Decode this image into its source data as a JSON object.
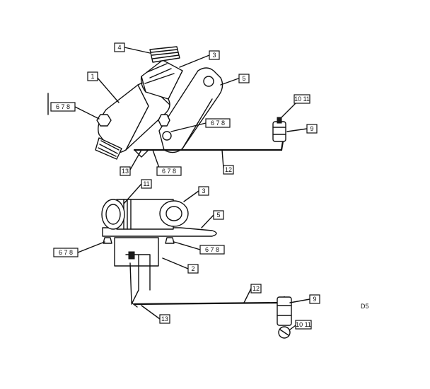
{
  "callouts": {
    "top_1": "1",
    "top_3": "3",
    "top_4": "4",
    "top_5": "5",
    "top_678_left": "6 7 8",
    "top_678_right": "6 7 8",
    "top_678_bottom": "6 7 8",
    "top_1011": "10 11",
    "top_9": "9",
    "top_12": "12",
    "top_13": "13",
    "bot_11": "11",
    "bot_3": "3",
    "bot_5": "5",
    "bot_678_left": "6 7 8",
    "bot_678_right": "6 7 8",
    "bot_2": "2",
    "bot_12": "12",
    "bot_9": "9",
    "bot_13": "13",
    "bot_1011": "10 11"
  },
  "page_code": "D5"
}
